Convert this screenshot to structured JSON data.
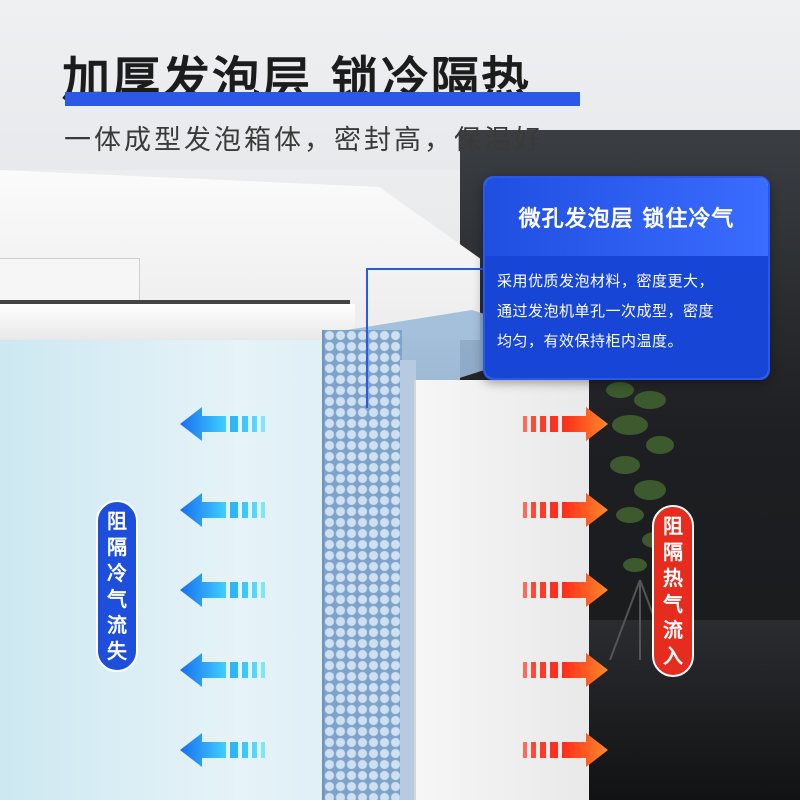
{
  "header": {
    "title": "加厚发泡层 锁冷隔热",
    "subtitle": "一体成型发泡箱体，密封高，保温好"
  },
  "callout": {
    "heading": "微孔发泡层 锁住冷气",
    "lines": [
      "采用优质发泡材料，密度更大，",
      "通过发泡机单孔一次成型，密度",
      "均匀，有效保持柜内温度。"
    ]
  },
  "labels": {
    "cold": [
      "阻",
      "隔",
      "冷",
      "气",
      "流",
      "失"
    ],
    "hot": [
      "阻",
      "隔",
      "热",
      "气",
      "流",
      "入"
    ]
  },
  "colors": {
    "accent_blue": "#2b58e6",
    "cold_arrow": "#1aa0f0",
    "hot_arrow": "#ff3a20"
  },
  "icons": {
    "cold_arrow": "arrow-left-icon",
    "hot_arrow": "arrow-right-icon"
  }
}
